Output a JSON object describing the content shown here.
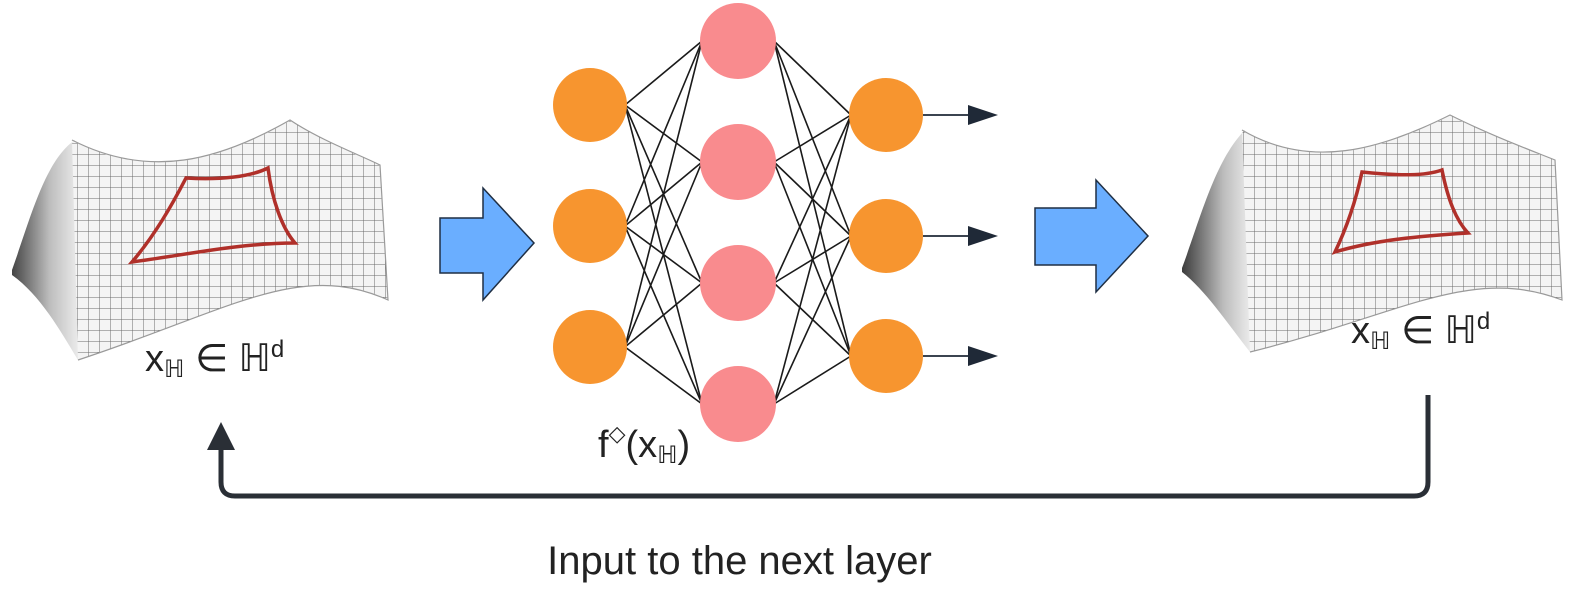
{
  "left_label": {
    "var": "x",
    "sub": "ℍ",
    "op": "∈",
    "space": "ℍ",
    "sup": "d"
  },
  "right_label": {
    "var": "x",
    "sub": "ℍ",
    "op": "∈",
    "space": "ℍ",
    "sup": "d"
  },
  "function_label": {
    "name": "f",
    "sup": "◇",
    "open": "(x",
    "sub": "ℍ",
    "close": ")"
  },
  "caption": "Input to the next layer",
  "network": {
    "layers": [
      3,
      4,
      3
    ],
    "input_color": "#F7952F",
    "hidden_color": "#F98B8E",
    "output_color": "#F7952F",
    "edge_color": "#1a1a1a"
  },
  "arrow_color": "#6AAEFF",
  "surface_color": "#C0312A",
  "feedback_color": "#2a2f36"
}
